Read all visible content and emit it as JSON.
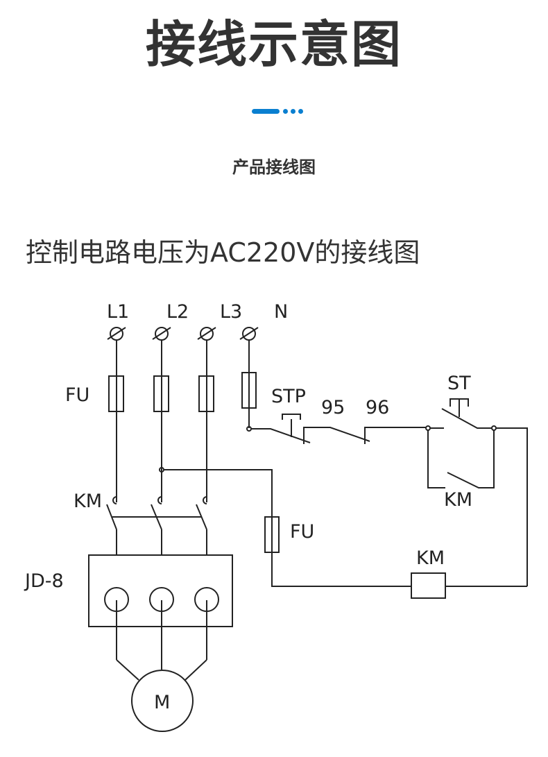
{
  "header": {
    "title": "接线示意图",
    "accent_color": "#0a7fd0",
    "subtitle": "产品接线图"
  },
  "section": {
    "title": "控制电路电压为AC220V的接线图"
  },
  "diagram": {
    "terminals": [
      "L1",
      "L2",
      "L3",
      "N"
    ],
    "labels": {
      "fuse_main": "FU",
      "stop_button": "STP",
      "overload_contact_95": "95",
      "overload_contact_96": "96",
      "start_button": "ST",
      "aux_contact": "KM",
      "main_contactor": "KM",
      "control_fuse": "FU",
      "coil": "KM",
      "protector": "JD-8",
      "motor": "M"
    }
  }
}
